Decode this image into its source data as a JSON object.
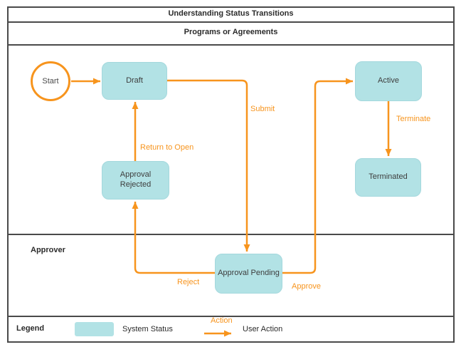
{
  "title": "Understanding Status Transitions",
  "lanes": [
    {
      "label": "Programs or Agreements"
    },
    {
      "label": "Approver"
    }
  ],
  "nodes": {
    "start": {
      "label": "Start",
      "type": "start-circle"
    },
    "draft": {
      "label": "Draft",
      "type": "system-status"
    },
    "approval_rejected": {
      "label": "Approval Rejected",
      "type": "system-status"
    },
    "active": {
      "label": "Active",
      "type": "system-status"
    },
    "terminated": {
      "label": "Terminated",
      "type": "system-status"
    },
    "approval_pending": {
      "label": "Approval Pending",
      "type": "system-status"
    }
  },
  "transitions": {
    "submit": "Submit",
    "return_to_open": "Return to Open",
    "reject": "Reject",
    "approve": "Approve",
    "terminate": "Terminate"
  },
  "legend": {
    "title": "Legend",
    "system_status_label": "System Status",
    "action_label": "Action",
    "user_action_label": "User Action"
  },
  "colors": {
    "system_status_fill": "#b2e2e5",
    "action_orange": "#f7941d",
    "frame_line": "#4a4a4a",
    "node_text": "#3d3d3d"
  }
}
